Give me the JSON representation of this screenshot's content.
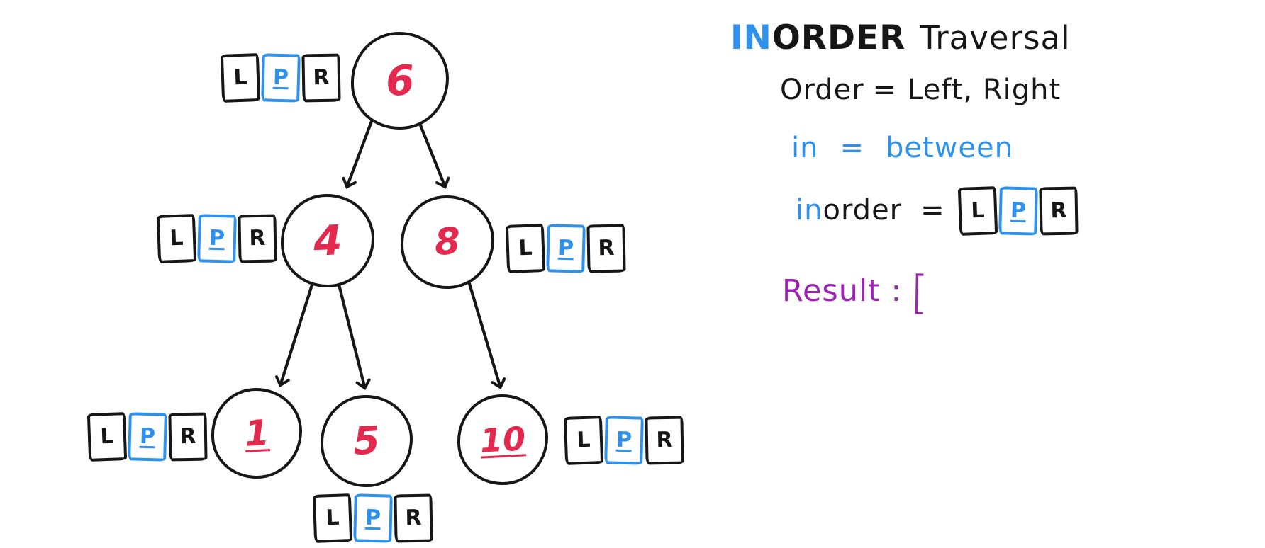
{
  "colors": {
    "ink": "#161616",
    "blue": "#2e91ec",
    "red": "#e32a4e",
    "purple": "#9d24b4"
  },
  "lpr": {
    "left_label": "L",
    "parent_label": "P",
    "right_label": "R"
  },
  "tree": {
    "nodes": [
      {
        "value": "6"
      },
      {
        "value": "4"
      },
      {
        "value": "8"
      },
      {
        "value": "1"
      },
      {
        "value": "5"
      },
      {
        "value": "10"
      }
    ]
  },
  "panel": {
    "title": {
      "in": "IN",
      "order": "ORDER",
      "traversal": "Traversal"
    },
    "order_line": {
      "label": "Order",
      "equals": "=",
      "value": "Left, Right"
    },
    "in_line": {
      "label": "in",
      "equals": "=",
      "value": "between"
    },
    "inorder_line": {
      "in": "in",
      "order": "order",
      "equals": "="
    },
    "result_line": {
      "label": "Result :",
      "bracket": "["
    }
  }
}
